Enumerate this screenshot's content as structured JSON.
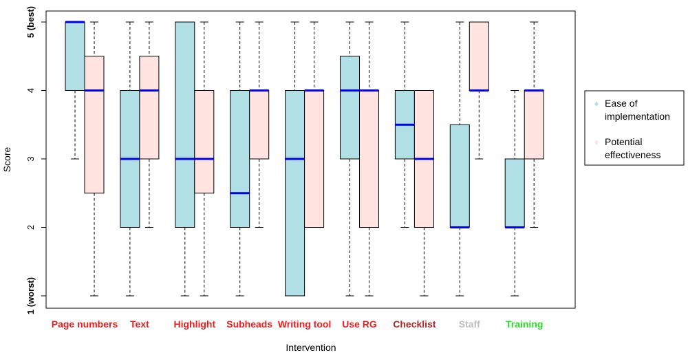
{
  "chart_data": {
    "type": "boxplot",
    "xlabel": "Intervention",
    "ylabel": "Score",
    "ylim": [
      1,
      5
    ],
    "y_ticks": [
      {
        "value": 1,
        "label": "1 (worst)",
        "bold": true
      },
      {
        "value": 2,
        "label": "2",
        "bold": false
      },
      {
        "value": 3,
        "label": "3",
        "bold": false
      },
      {
        "value": 4,
        "label": "4",
        "bold": false
      },
      {
        "value": 5,
        "label": "5 (best)",
        "bold": true
      }
    ],
    "legend_position": "right",
    "series": [
      {
        "name": "Ease of implementation",
        "color": "#b0dfe5",
        "line1": "Ease of",
        "line2": "implementation"
      },
      {
        "name": "Potential effectiveness",
        "color": "#ffe4e1",
        "line1": "Potential",
        "line2": "effectiveness"
      }
    ],
    "median_color": "#0000ee",
    "categories": [
      {
        "label": "Page numbers",
        "color": "#ee1c1c",
        "boxes": [
          {
            "whisker_low": 3,
            "q1": 4,
            "median": 5,
            "q3": 5,
            "whisker_high": 5
          },
          {
            "whisker_low": 1,
            "q1": 2.5,
            "median": 4,
            "q3": 4.5,
            "whisker_high": 5
          }
        ]
      },
      {
        "label": "Text",
        "color": "#ee1c1c",
        "boxes": [
          {
            "whisker_low": 1,
            "q1": 2,
            "median": 3,
            "q3": 4,
            "whisker_high": 5
          },
          {
            "whisker_low": 2,
            "q1": 3,
            "median": 4,
            "q3": 4.5,
            "whisker_high": 5
          }
        ]
      },
      {
        "label": "Highlight",
        "color": "#ee1c1c",
        "boxes": [
          {
            "whisker_low": 1,
            "q1": 2,
            "median": 3,
            "q3": 5,
            "whisker_high": 5
          },
          {
            "whisker_low": 1,
            "q1": 2.5,
            "median": 3,
            "q3": 4,
            "whisker_high": 5
          }
        ]
      },
      {
        "label": "Subheads",
        "color": "#ee1c1c",
        "boxes": [
          {
            "whisker_low": 1,
            "q1": 2,
            "median": 2.5,
            "q3": 4,
            "whisker_high": 5
          },
          {
            "whisker_low": 2,
            "q1": 3,
            "median": 4,
            "q3": 4,
            "whisker_high": 5
          }
        ]
      },
      {
        "label": "Writing tool",
        "color": "#ee1c1c",
        "boxes": [
          {
            "whisker_low": 1,
            "q1": 1,
            "median": 3,
            "q3": 4,
            "whisker_high": 5
          },
          {
            "whisker_low": 2,
            "q1": 2,
            "median": 4,
            "q3": 4,
            "whisker_high": 5
          }
        ]
      },
      {
        "label": "Use RG",
        "color": "#ee1c1c",
        "boxes": [
          {
            "whisker_low": 1,
            "q1": 3,
            "median": 4,
            "q3": 4.5,
            "whisker_high": 5
          },
          {
            "whisker_low": 1,
            "q1": 2,
            "median": 4,
            "q3": 4,
            "whisker_high": 5
          }
        ]
      },
      {
        "label": "Checklist",
        "color": "#a52a2a",
        "boxes": [
          {
            "whisker_low": 2,
            "q1": 3,
            "median": 3.5,
            "q3": 4,
            "whisker_high": 5
          },
          {
            "whisker_low": 1,
            "q1": 2,
            "median": 3,
            "q3": 4,
            "whisker_high": 4
          }
        ]
      },
      {
        "label": "Staff",
        "color": "#bebebe",
        "boxes": [
          {
            "whisker_low": 1,
            "q1": 2,
            "median": 2,
            "q3": 3.5,
            "whisker_high": 5
          },
          {
            "whisker_low": 3,
            "q1": 4,
            "median": 4,
            "q3": 5,
            "whisker_high": 5
          }
        ]
      },
      {
        "label": "Training",
        "color": "#22dd22",
        "boxes": [
          {
            "whisker_low": 1,
            "q1": 2,
            "median": 2,
            "q3": 3,
            "whisker_high": 4
          },
          {
            "whisker_low": 2,
            "q1": 3,
            "median": 4,
            "q3": 4,
            "whisker_high": 5
          }
        ]
      }
    ]
  }
}
